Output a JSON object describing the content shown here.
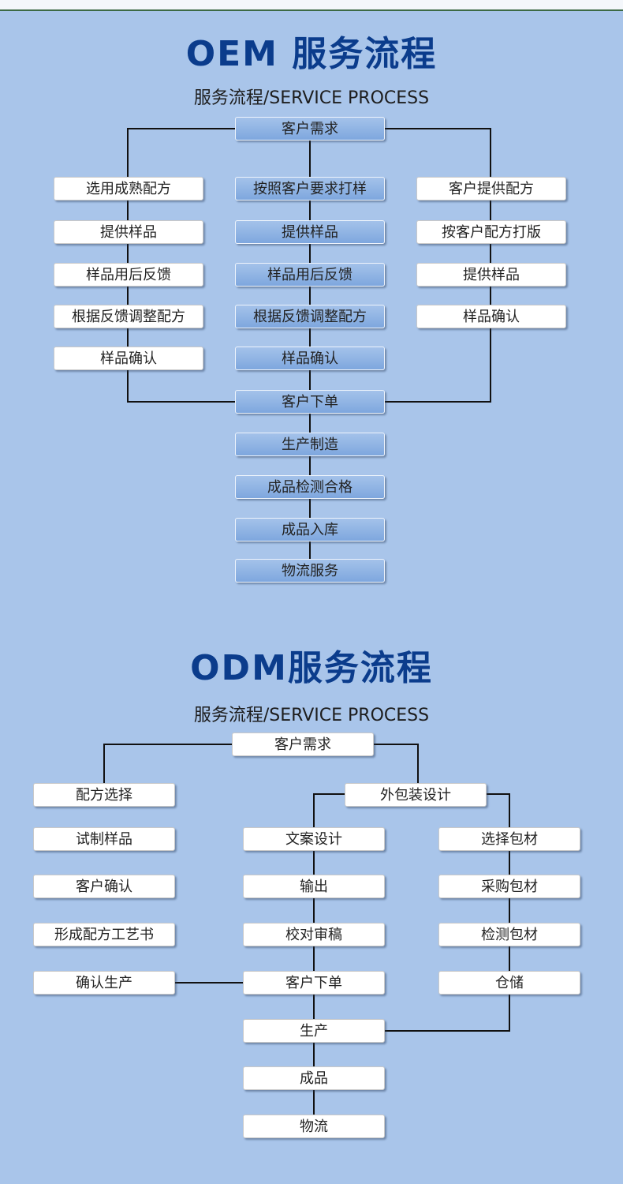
{
  "oem": {
    "title": "OEM 服务流程",
    "subtitle": "服务流程/SERVICE PROCESS",
    "top": "客户需求",
    "left": [
      "选用成熟配方",
      "提供样品",
      "样品用后反馈",
      "根据反馈调整配方",
      "样品确认"
    ],
    "middle": [
      "按照客户要求打样",
      "提供样品",
      "样品用后反馈",
      "根据反馈调整配方",
      "样品确认"
    ],
    "right": [
      "客户提供配方",
      "按客户配方打版",
      "提供样品",
      "样品确认"
    ],
    "order": "客户下单",
    "after": [
      "生产制造",
      "成品检测合格",
      "成品入库",
      "物流服务"
    ]
  },
  "odm": {
    "title": "ODM服务流程",
    "subtitle": "服务流程/SERVICE PROCESS",
    "top": "客户需求",
    "left": [
      "配方选择",
      "试制样品",
      "客户确认",
      "形成配方工艺书",
      "确认生产"
    ],
    "packaging": "外包装设计",
    "middle": [
      "文案设计",
      "输出",
      "校对审稿",
      "客户下单"
    ],
    "right": [
      "选择包材",
      "采购包材",
      "检测包材",
      "仓储"
    ],
    "after": [
      "生产",
      "成品",
      "物流"
    ]
  }
}
